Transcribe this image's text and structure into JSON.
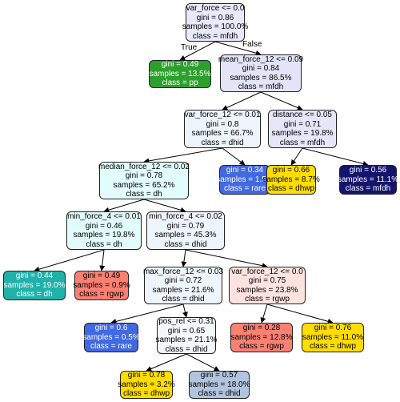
{
  "edge_labels": {
    "true_label": "True",
    "false_label": "False"
  },
  "nodes": [
    {
      "id": "n0",
      "lines": [
        "var_force <= 0.0",
        "gini = 0.86",
        "samples = 100.0%",
        "class = mfdh"
      ],
      "color": "#e9e9fb"
    },
    {
      "id": "n1",
      "lines": [
        "gini = 0.49",
        "samples = 13.5%",
        "class = pp"
      ],
      "color": "#2ca02c",
      "dark": true
    },
    {
      "id": "n2",
      "lines": [
        "mean_force_12 <= 0.09",
        "gini = 0.84",
        "samples = 86.5%",
        "class = mfdh"
      ],
      "color": "#e4e4f9"
    },
    {
      "id": "n3",
      "lines": [
        "var_force_12 <= 0.01",
        "gini = 0.8",
        "samples = 66.7%",
        "class = dhid"
      ],
      "color": "#eef4fb"
    },
    {
      "id": "n4",
      "lines": [
        "distance <= 0.05",
        "gini = 0.71",
        "samples = 19.8%",
        "class = mfdh"
      ],
      "color": "#e6e6f8"
    },
    {
      "id": "n5",
      "lines": [
        "median_force_12 <= 0.02",
        "gini = 0.78",
        "samples = 65.2%",
        "class = dh"
      ],
      "color": "#e2fbfb"
    },
    {
      "id": "n6",
      "lines": [
        "gini = 0.34",
        "samples = 1.5%",
        "class = rare"
      ],
      "color": "#4169e1",
      "dark": true
    },
    {
      "id": "n7",
      "lines": [
        "gini = 0.66",
        "samples = 8.7%",
        "class = dhwp"
      ],
      "color": "#ffdd00"
    },
    {
      "id": "n8",
      "lines": [
        "gini = 0.56",
        "samples = 11.1%",
        "class = mfdh"
      ],
      "color": "#14146e",
      "dark": true
    },
    {
      "id": "n9",
      "lines": [
        "min_force_4 <= 0.01",
        "gini = 0.46",
        "samples = 19.8%",
        "class = dh"
      ],
      "color": "#e2fbfb"
    },
    {
      "id": "n10",
      "lines": [
        "min_force_4 <= 0.02",
        "gini = 0.79",
        "samples = 45.3%",
        "class = dhid"
      ],
      "color": "#eef4fb"
    },
    {
      "id": "n11",
      "lines": [
        "gini = 0.44",
        "samples = 19.0%",
        "class = dh"
      ],
      "color": "#20b2aa",
      "dark": true
    },
    {
      "id": "n12",
      "lines": [
        "gini = 0.49",
        "samples = 0.9%",
        "class = rgwp"
      ],
      "color": "#fa8072"
    },
    {
      "id": "n13",
      "lines": [
        "max_force_12 <= 0.03",
        "gini = 0.72",
        "samples = 21.6%",
        "class = dhid"
      ],
      "color": "#eef4fb"
    },
    {
      "id": "n14",
      "lines": [
        "var_force_12 <= 0.0",
        "gini = 0.75",
        "samples = 23.8%",
        "class = rgwp"
      ],
      "color": "#fde3df"
    },
    {
      "id": "n15",
      "lines": [
        "gini = 0.6",
        "samples = 0.5%",
        "class = rare"
      ],
      "color": "#4169e1",
      "dark": true
    },
    {
      "id": "n16",
      "lines": [
        "pos_rel <= 0.31",
        "gini = 0.65",
        "samples = 21.1%",
        "class = dhid"
      ],
      "color": "#f3f7fc"
    },
    {
      "id": "n17",
      "lines": [
        "gini = 0.28",
        "samples = 12.8%",
        "class = rgwp"
      ],
      "color": "#fa8072"
    },
    {
      "id": "n18",
      "lines": [
        "gini = 0.76",
        "samples = 11.0%",
        "class = dhwp"
      ],
      "color": "#ffdd00"
    },
    {
      "id": "n19",
      "lines": [
        "gini = 0.78",
        "samples = 3.2%",
        "class = dhwp"
      ],
      "color": "#ffdd00"
    },
    {
      "id": "n20",
      "lines": [
        "gini = 0.57",
        "samples = 18.0%",
        "class = dhid"
      ],
      "color": "#b0c4de"
    }
  ],
  "edges": [
    [
      "n0",
      "n1"
    ],
    [
      "n0",
      "n2"
    ],
    [
      "n2",
      "n3"
    ],
    [
      "n2",
      "n4"
    ],
    [
      "n3",
      "n5"
    ],
    [
      "n3",
      "n6"
    ],
    [
      "n4",
      "n7"
    ],
    [
      "n4",
      "n8"
    ],
    [
      "n5",
      "n9"
    ],
    [
      "n5",
      "n10"
    ],
    [
      "n9",
      "n11"
    ],
    [
      "n9",
      "n12"
    ],
    [
      "n10",
      "n13"
    ],
    [
      "n10",
      "n14"
    ],
    [
      "n13",
      "n15"
    ],
    [
      "n13",
      "n16"
    ],
    [
      "n14",
      "n17"
    ],
    [
      "n14",
      "n18"
    ],
    [
      "n16",
      "n19"
    ],
    [
      "n16",
      "n20"
    ]
  ]
}
